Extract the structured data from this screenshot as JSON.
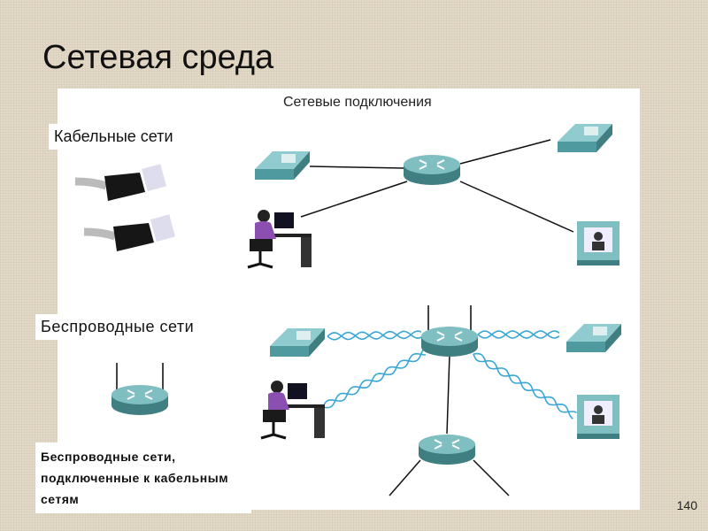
{
  "slide": {
    "title": "Сетевая среда",
    "subtitle": "Сетевые подключения",
    "labels": {
      "wired": "Кабельные сети",
      "wireless": "Беспроводные  сети",
      "wireless_to_wired": "Беспроводные  сети, подключенные к кабельным сетям"
    },
    "page_number": "140",
    "colors": {
      "device": "#5f9ea0",
      "wave": "#3aa6d6"
    }
  }
}
